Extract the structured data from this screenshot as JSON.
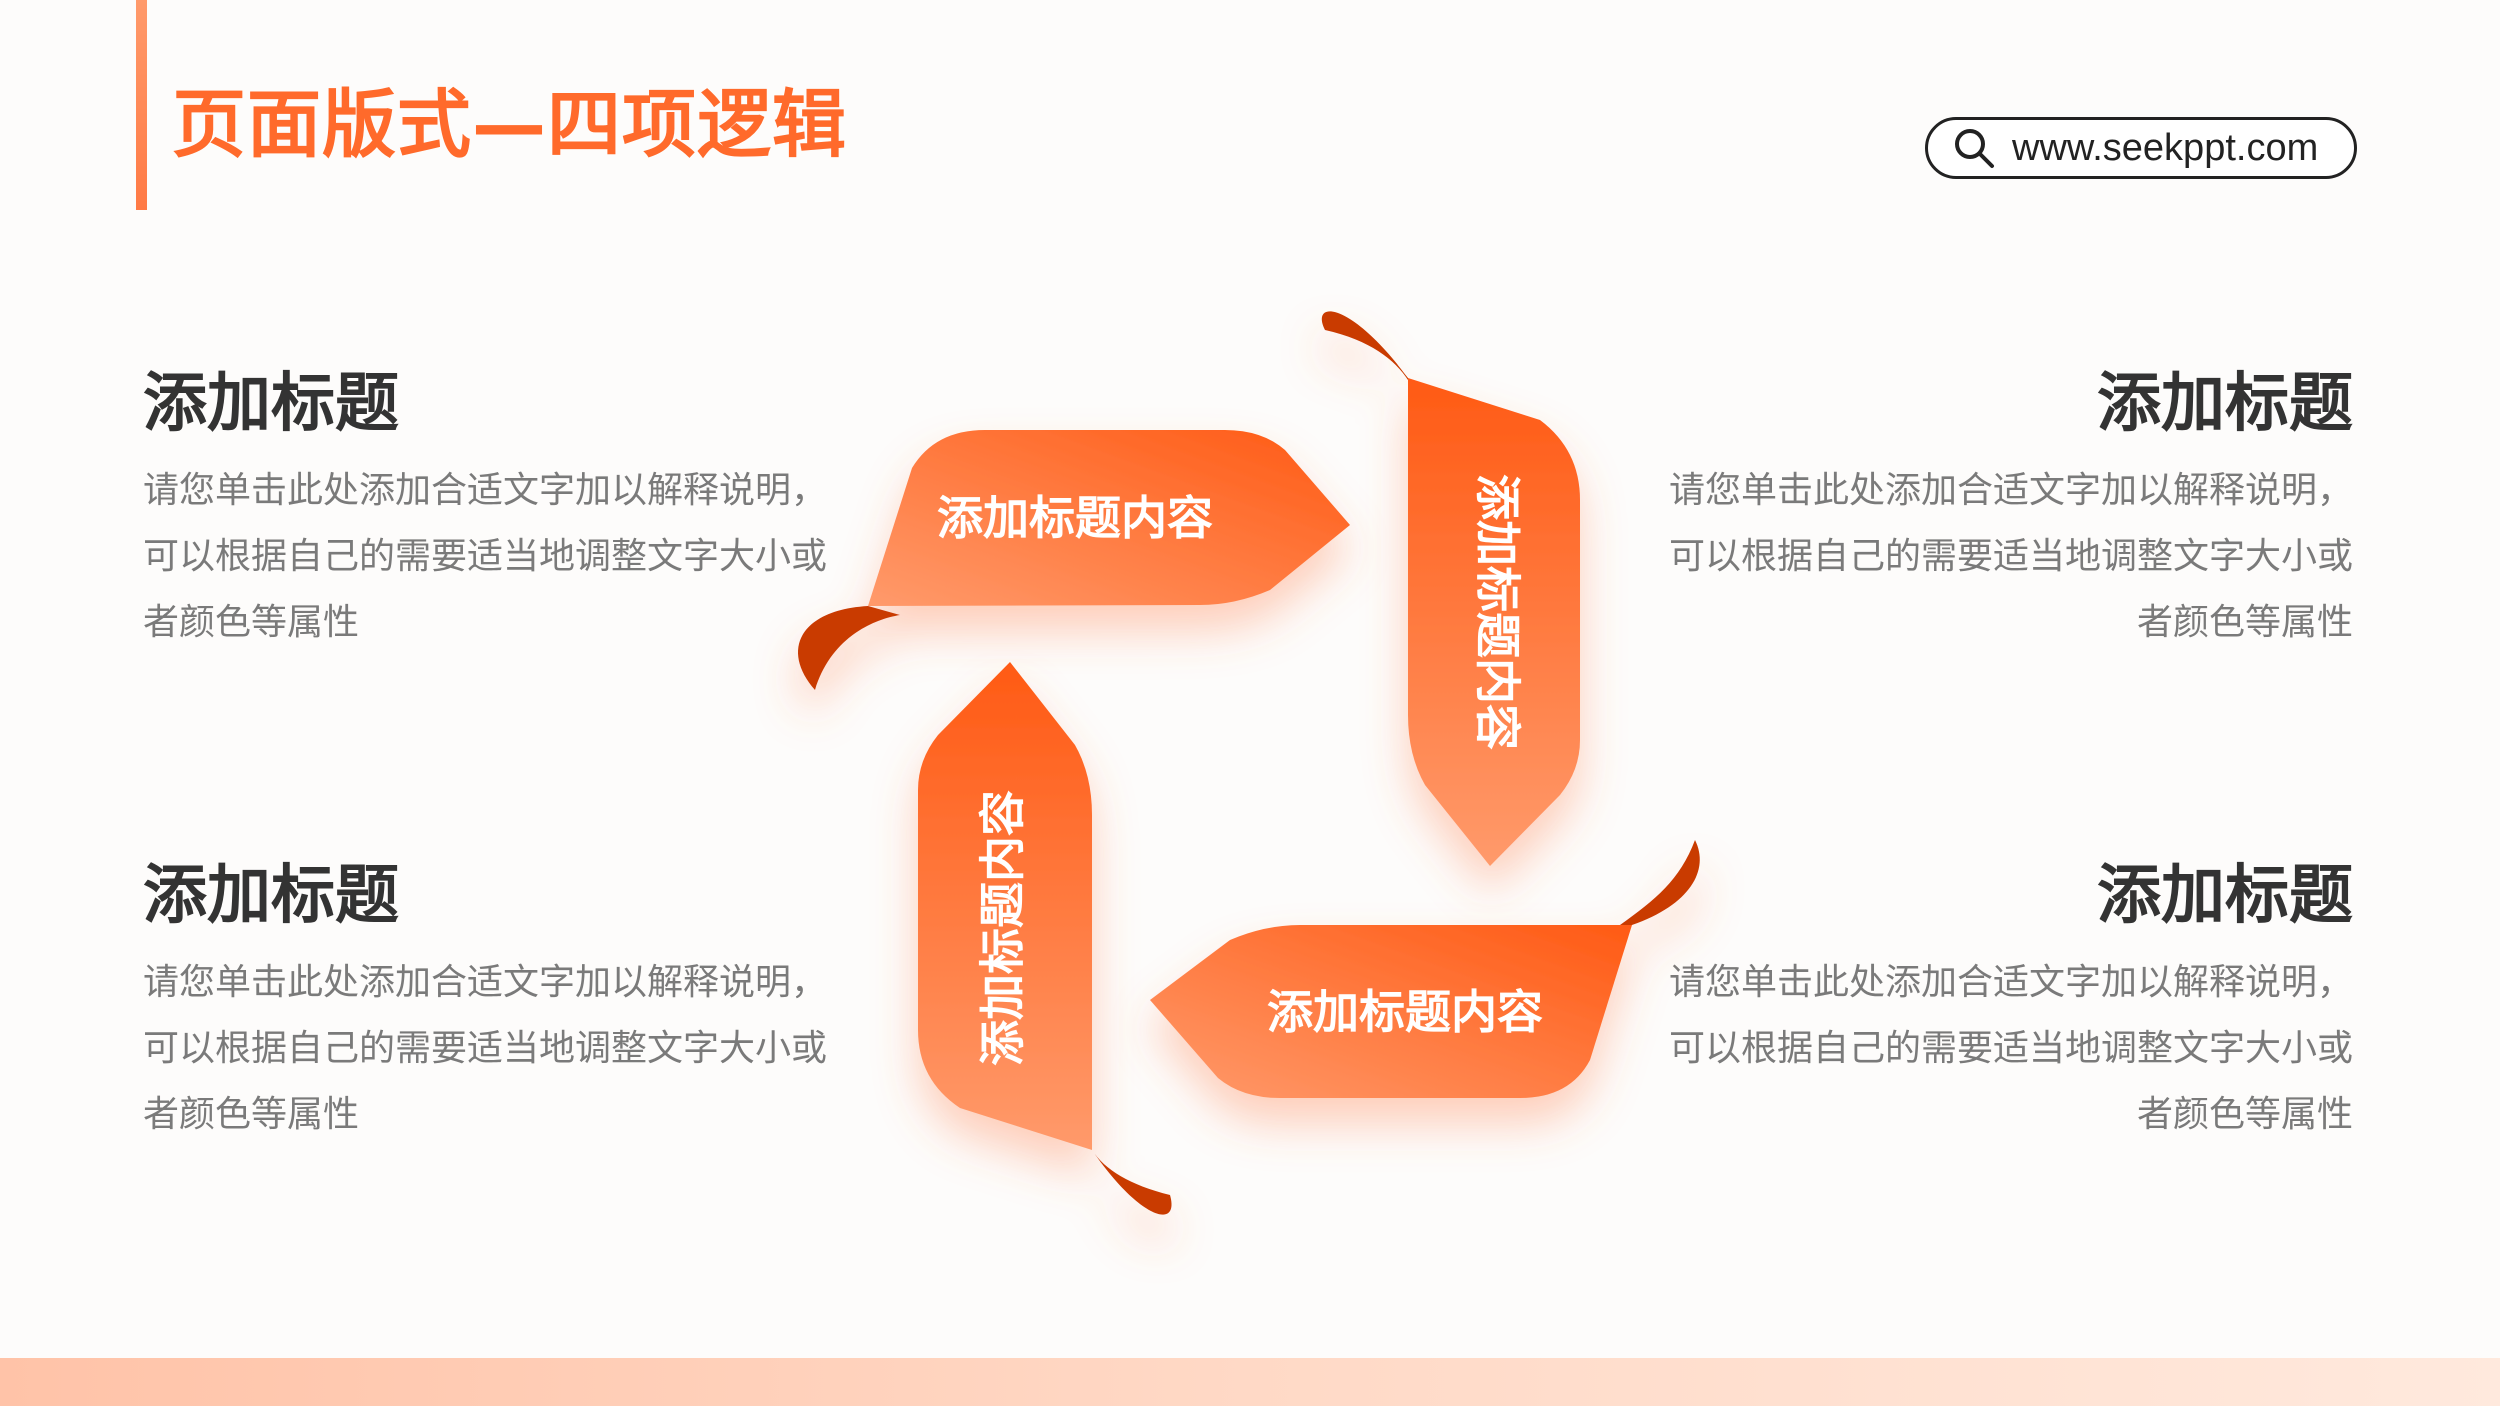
{
  "header": {
    "title": "页面版式—四项逻辑",
    "url": "www.seekppt.com"
  },
  "icons": {
    "search": "search-icon"
  },
  "colors": {
    "accent": "#ff6a2b",
    "arrow_light": "#ff9a6b",
    "arrow_dark": "#e8470f",
    "fold": "#c93a06",
    "heading": "#333333",
    "body_text": "#7a7a7a"
  },
  "blocks": [
    {
      "title": "添加标题",
      "text": "请您单击此处添加合适文字加以解释说明，可以根据自己的需要适当地调整文字大小或者颜色等属性"
    },
    {
      "title": "添加标题",
      "text": "请您单击此处添加合适文字加以解释说明，可以根据自己的需要适当地调整文字大小或者颜色等属性"
    },
    {
      "title": "添加标题",
      "text": "请您单击此处添加合适文字加以解释说明，可以根据自己的需要适当地调整文字大小或者颜色等属性"
    },
    {
      "title": "添加标题",
      "text": "请您单击此处添加合适文字加以解释说明，可以根据自己的需要适当地调整文字大小或者颜色等属性"
    }
  ],
  "arrows": [
    {
      "label": "添加标题内容"
    },
    {
      "label": "添加标题内容"
    },
    {
      "label": "添加标题内容"
    },
    {
      "label": "添加标题内容"
    }
  ]
}
